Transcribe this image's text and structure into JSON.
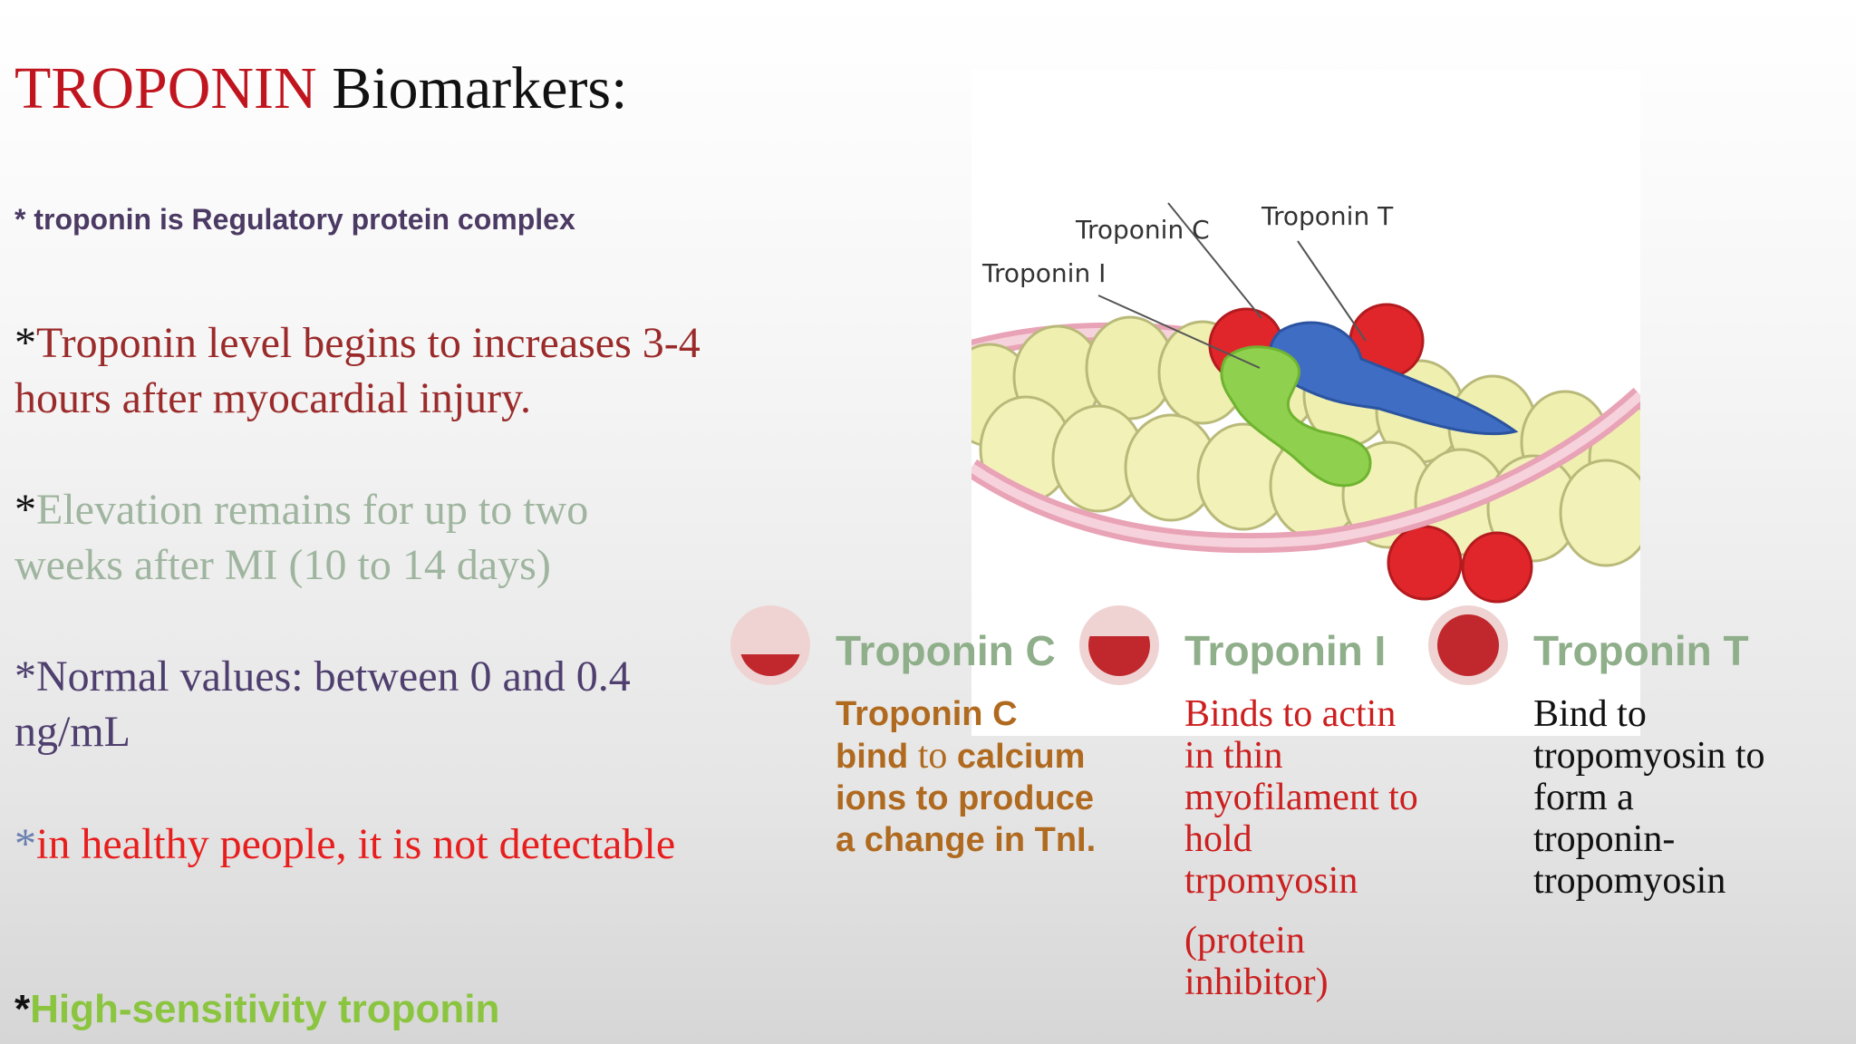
{
  "title": {
    "highlight": "TROPONIN",
    "rest": " Biomarkers:"
  },
  "bullets": {
    "b1": "* troponin is Regulatory protein complex",
    "b2_star": "*",
    "b2": "Troponin level begins to increases 3-4 hours after myocardial injury.",
    "b3_star": "*",
    "b3": "Elevation remains for up to two weeks after MI (10 to 14 days)",
    "b4": "*Normal values: between 0 and 0.4 ng/mL",
    "b5_star": "*",
    "b5": "in healthy people, it is not detectable",
    "b6_star": "*",
    "b6": "High-sensitivity troponin"
  },
  "diagram": {
    "label_c": "Troponin C",
    "label_t": "Troponin T",
    "label_i": "Troponin I"
  },
  "columns": [
    {
      "title": "Troponin C",
      "level": 0.35,
      "body_bold_1": "Troponin C bind",
      "body_thin": " to ",
      "body_bold_2": "calcium ions to produce a change in TnI."
    },
    {
      "title": "Troponin I",
      "level": 0.65,
      "body": "Binds to actin in thin myofilament to hold trpomyosin",
      "note": "(protein inhibitor)"
    },
    {
      "title": "Troponin T",
      "level": 1.0,
      "body": "Bind to tropomyosin to form a troponin-tropomyosin"
    }
  ],
  "colors": {
    "accent_red": "#c0151e",
    "circle_fill": "#c0282d",
    "circle_ring": "#efd3d3",
    "column_title": "#8fae8a"
  }
}
